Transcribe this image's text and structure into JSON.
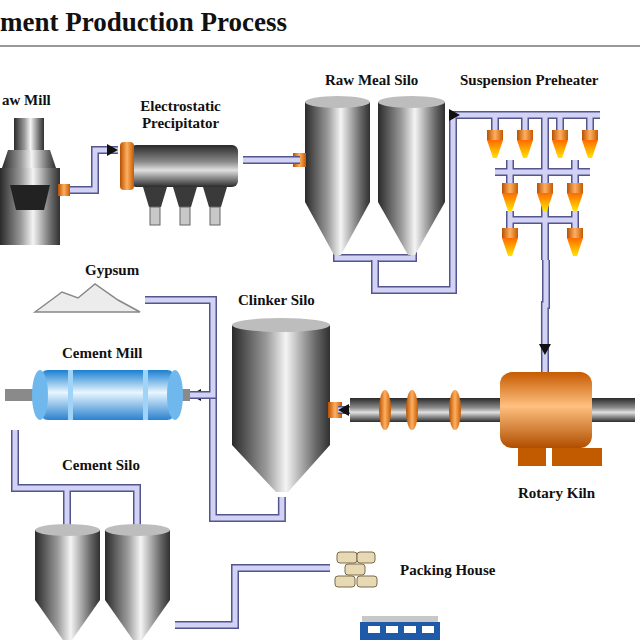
{
  "diagram": {
    "title": "ment Production Process",
    "nodes": [
      {
        "text": [
          "aw Mill"
        ]
      },
      {
        "text": [
          "Electrostatic Precipitator"
        ]
      },
      {
        "text": [
          "Raw Meal Silo"
        ]
      },
      {
        "text": [
          "Suspension Preheater"
        ]
      },
      {
        "text": [
          "Gypsum"
        ]
      },
      {
        "text": [
          "Clinker Silo"
        ]
      },
      {
        "text": [
          "Cement Mill"
        ]
      },
      {
        "text": [
          "Rotary Kiln"
        ]
      },
      {
        "text": [
          "Cement Silo"
        ]
      },
      {
        "text": [
          "Packing House"
        ]
      }
    ],
    "edges": [
      {
        "from": 0,
        "to": 1,
        "arrow": "to"
      },
      {
        "from": 1,
        "to": 2,
        "arrow": "none"
      },
      {
        "from": 2,
        "to": 3,
        "arrow": "to"
      },
      {
        "from": 3,
        "to": 7,
        "arrow": "to"
      },
      {
        "from": 7,
        "to": 5,
        "arrow": "to"
      },
      {
        "from": 5,
        "to": 6,
        "arrow": "to"
      },
      {
        "from": 4,
        "to": 6,
        "arrow": "none"
      },
      {
        "from": 6,
        "to": 8,
        "arrow": "none"
      },
      {
        "from": 8,
        "to": 9,
        "arrow": "none"
      }
    ]
  }
}
